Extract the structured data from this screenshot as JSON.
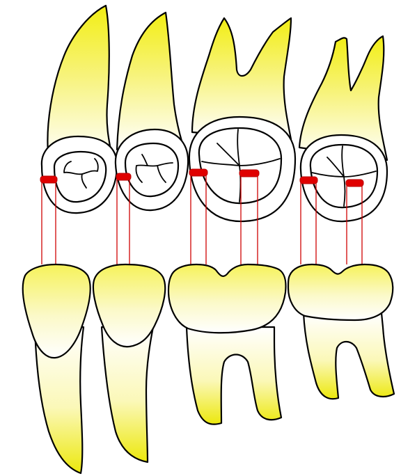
{
  "colors": {
    "background": "#ffffff",
    "outline": "#000000",
    "enamel_yellow": "#f2ee14",
    "enamel_white": "#ffffff",
    "contact_marker": "#e00000",
    "guide_line": "#d00000"
  },
  "upper_teeth": [
    {
      "name": "upper-first-premolar"
    },
    {
      "name": "upper-second-premolar"
    },
    {
      "name": "upper-first-molar"
    },
    {
      "name": "upper-second-molar"
    }
  ],
  "lower_teeth": [
    {
      "name": "lower-first-premolar"
    },
    {
      "name": "lower-second-premolar"
    },
    {
      "name": "lower-first-molar"
    },
    {
      "name": "lower-second-molar"
    }
  ],
  "contact_markers": 6,
  "guide_lines": 12
}
